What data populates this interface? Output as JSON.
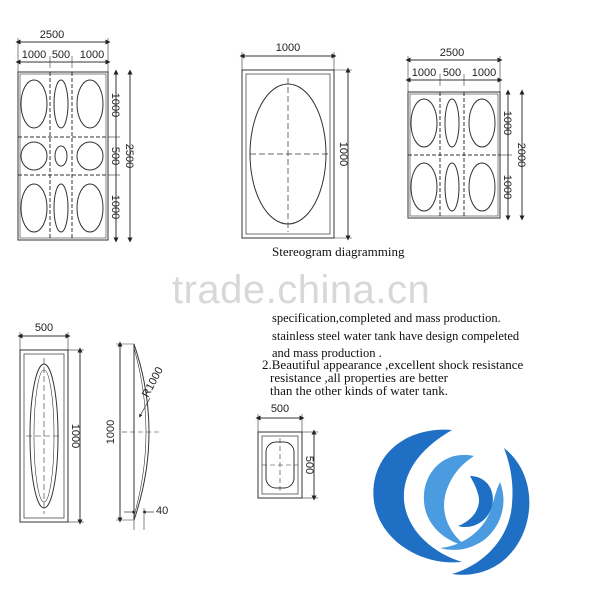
{
  "panels": {
    "top_left": {
      "dims": {
        "top_total": "2500",
        "top_1": "1000",
        "top_2": "500",
        "top_3": "1000",
        "right_total": "2500",
        "right_1": "1000",
        "right_2": "500",
        "right_3": "1000"
      }
    },
    "top_middle": {
      "dims": {
        "top": "1000",
        "right": "1000"
      }
    },
    "top_right": {
      "dims": {
        "top_total": "2500",
        "top_1": "1000",
        "top_2": "500",
        "top_3": "1000",
        "right_total": "2000",
        "right_1": "1000",
        "right_2": "1000"
      }
    },
    "bottom_left": {
      "dims": {
        "top": "500",
        "right": "1000"
      }
    },
    "side_profile": {
      "dims": {
        "left": "1000",
        "radius": "R1000",
        "bottom": "40"
      }
    },
    "small_panel": {
      "dims": {
        "top": "500",
        "right": "500"
      }
    }
  },
  "caption": "Stereogram diagramming",
  "watermark": "trade.china.cn",
  "description_lines": [
    "specification,completed and mass production.",
    "stainless steel water tank have design compeleted",
    "and mass production .",
    "2.Beautiful appearance ,excellent shock resistance",
    "resistance ,all properties are better",
    "than the other kinds of water tank."
  ],
  "logo": {
    "colors": {
      "primary": "#1f6fc4",
      "light": "#4a9be0"
    }
  }
}
